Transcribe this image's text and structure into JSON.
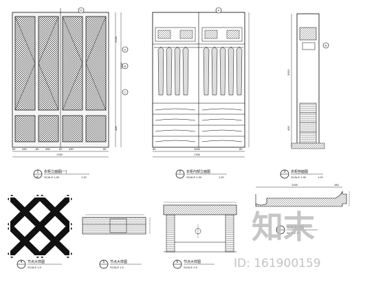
{
  "views": [
    {
      "id": "view-1",
      "number": "1",
      "title": "衣柜立面图(一)",
      "scale_left": "SCALE 1:30",
      "scale_right": "1:20",
      "side_tag": "1F"
    },
    {
      "id": "view-2",
      "number": "2",
      "title": "衣柜内部立面图",
      "scale_left": "SCALE 1:30",
      "scale_right": "1:20"
    },
    {
      "id": "view-3",
      "number": "3",
      "title": "衣柜剖面图",
      "scale_left": "SCALE 1:30",
      "scale_right": "1:20"
    },
    {
      "id": "view-4",
      "number": "4",
      "title": "节点大样图",
      "scale_left": "SCALE 1:5",
      "scale_right": ""
    },
    {
      "id": "view-5",
      "number": "5",
      "title": "节点大样图",
      "scale_left": "SCALE 1:5",
      "scale_right": ""
    },
    {
      "id": "view-6",
      "number": "6",
      "title": "节点大样图",
      "scale_left": "SCALE 1:5",
      "scale_right": ""
    },
    {
      "id": "view-7",
      "number": "7",
      "title": "节点大样图",
      "scale_left": "SCALE 1:5",
      "scale_right": ""
    }
  ],
  "dims": {
    "v1_bottom": [
      "60",
      "430",
      "60",
      "430",
      "60",
      "430",
      "60"
    ],
    "v1_total": "1760",
    "v1_right": [
      "1700",
      "2100",
      "400"
    ],
    "v2_bottom": [
      "60",
      "1000",
      "60"
    ],
    "v2_total": "1760",
    "v3_left": [
      "1010",
      "400"
    ],
    "v7_top": [
      "1200",
      "180"
    ]
  },
  "callouts": [
    "A",
    "B",
    "C",
    "D"
  ],
  "watermark": {
    "logo_text": "知末",
    "id_text": "ID: 161900159"
  }
}
